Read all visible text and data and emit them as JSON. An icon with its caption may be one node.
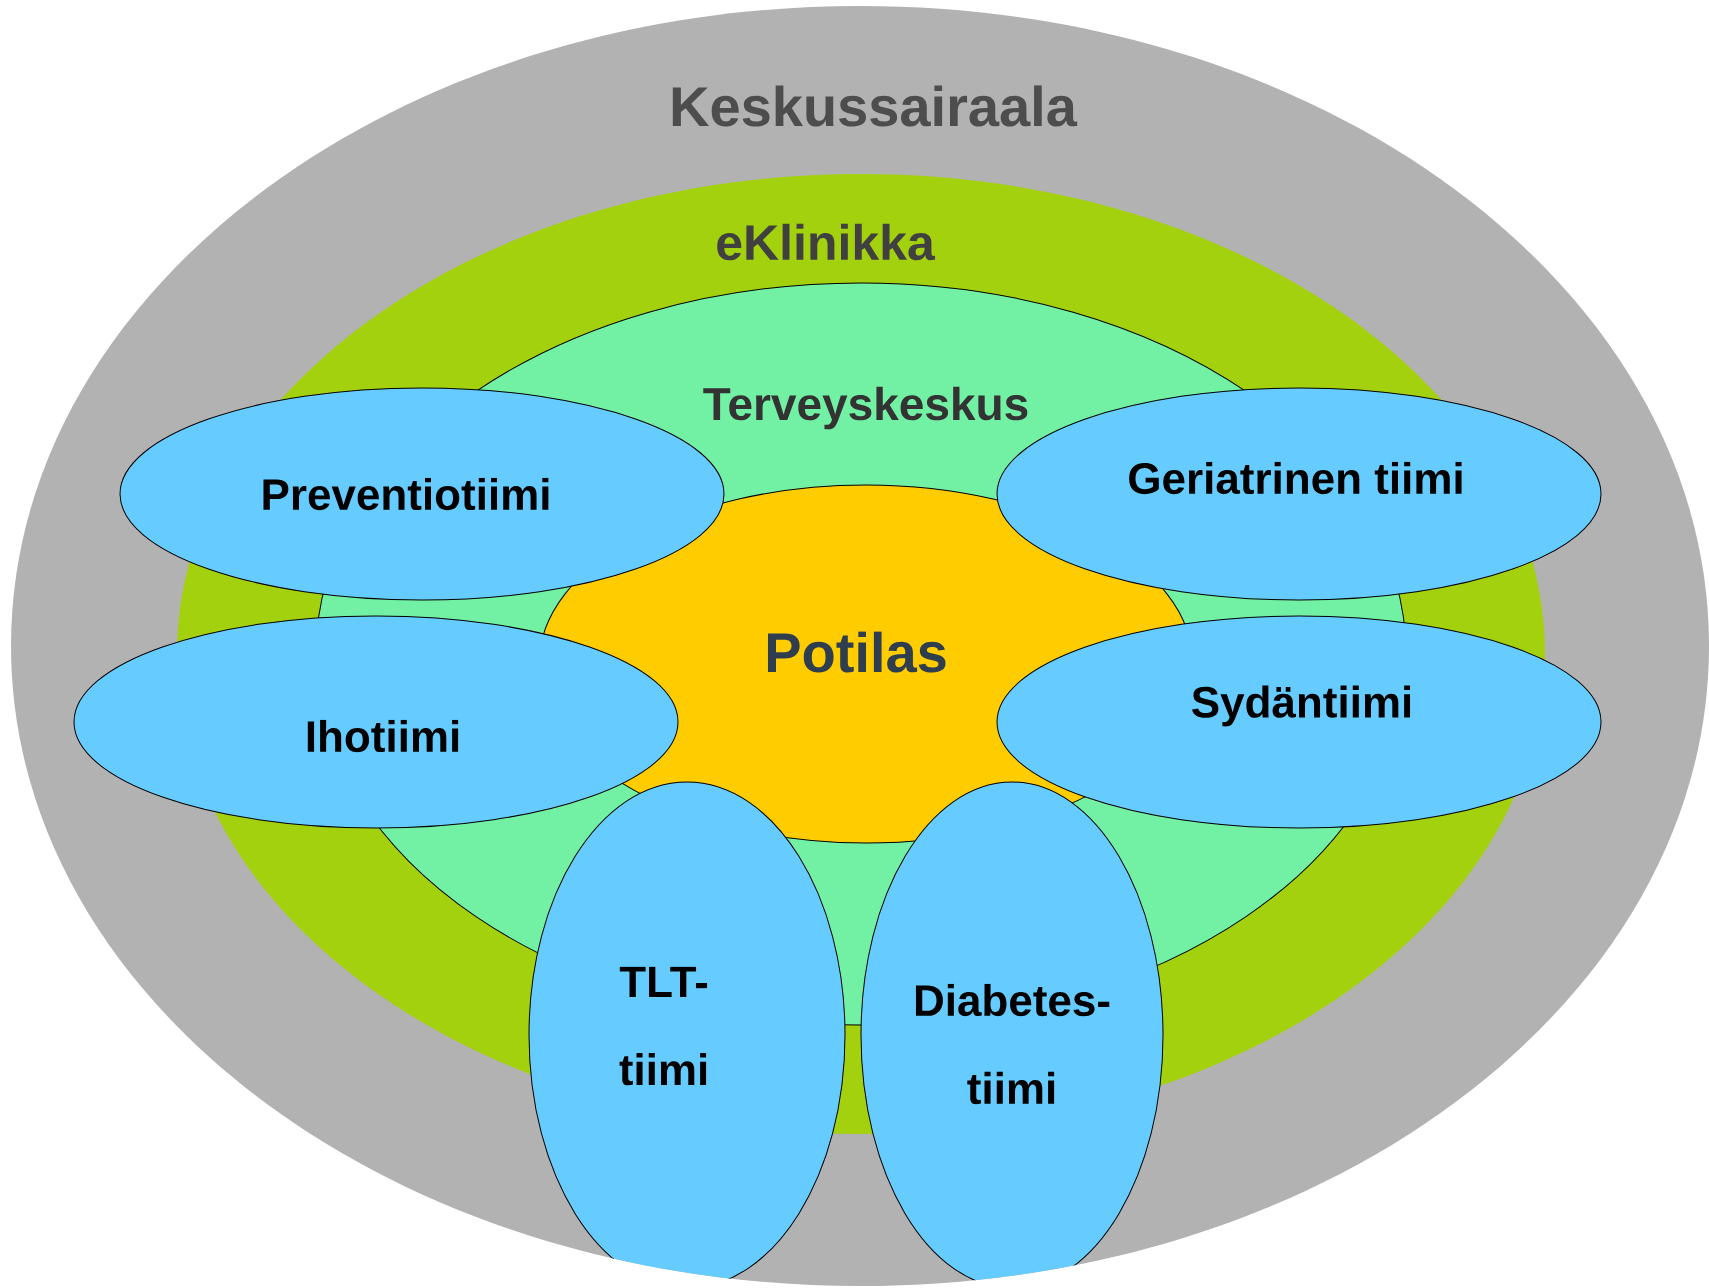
{
  "diagram": {
    "nodes": [
      {
        "text": [
          "Keskussairaala"
        ]
      },
      {
        "text": [
          "eKlinikka"
        ],
        "in": 0
      },
      {
        "text": [
          "Terveyskeskus"
        ],
        "in": 1
      },
      {
        "text": [
          "Potilas"
        ],
        "in": 2
      },
      {
        "text": [
          "Preventiotiimi"
        ],
        "in": 0
      },
      {
        "text": [
          "Geriatrinen tiimi"
        ],
        "in": 0
      },
      {
        "text": [
          "Ihotiimi"
        ],
        "in": 0
      },
      {
        "text": [
          "Sydäntiimi"
        ],
        "in": 0
      },
      {
        "text": [
          "TLT- tiimi"
        ],
        "in": 0
      },
      {
        "text": [
          "Diabetes- tiimi"
        ],
        "in": 0
      }
    ]
  }
}
